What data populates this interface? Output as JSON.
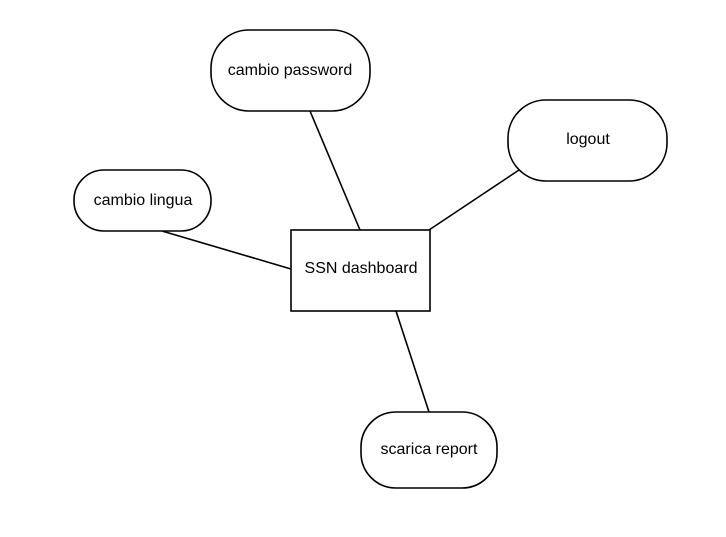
{
  "diagram": {
    "center": {
      "label": "SSN dashboard"
    },
    "nodes": {
      "password": {
        "label": "cambio password"
      },
      "logout": {
        "label": "logout"
      },
      "lingua": {
        "label": "cambio lingua"
      },
      "report": {
        "label": "scarica report"
      }
    },
    "edges": [
      {
        "from": "center",
        "to": "password"
      },
      {
        "from": "center",
        "to": "logout"
      },
      {
        "from": "center",
        "to": "lingua"
      },
      {
        "from": "center",
        "to": "report"
      }
    ],
    "colors": {
      "stroke": "#000000",
      "fill": "#ffffff"
    }
  }
}
